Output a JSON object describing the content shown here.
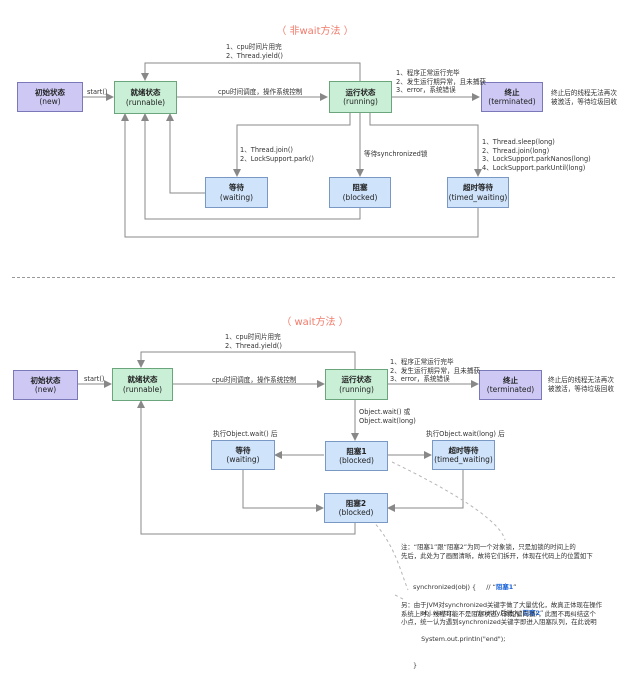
{
  "sections": {
    "top_title": "（ 非wait方法 ）",
    "bottom_title": "（ wait方法 ）"
  },
  "top": {
    "new": {
      "t": "初始状态",
      "s": "(new)"
    },
    "runnable": {
      "t": "就绪状态",
      "s": "(runnable)"
    },
    "running": {
      "t": "运行状态",
      "s": "(running)"
    },
    "terminated": {
      "t": "终止",
      "s": "(terminated)"
    },
    "waiting": {
      "t": "等待",
      "s": "(waiting)"
    },
    "blocked": {
      "t": "阻塞",
      "s": "(blocked)"
    },
    "timed_waiting": {
      "t": "超时等待",
      "s": "(timed_waiting)"
    },
    "labels": {
      "yield": "1、cpu时间片用完\n2、Thread.yield()",
      "start": "start()",
      "schedule": "cpu时间调度，操作系统控制",
      "finish": "1、程序正常运行完毕\n2、发生运行期异常，且未捕获\n3、error，系统错误",
      "term_note": "终止后的线程无法再次\n被激活，等待垃圾回收",
      "join": "1、Thread.join()\n2、LockSupport.park()",
      "sync": "等待synchronized锁",
      "sleep": "1、Thread.sleep(long)\n2、Thread.join(long)\n3、LockSupport.parkNanos(long)\n4、LockSupport.parkUntil(long)"
    }
  },
  "bottom": {
    "new": {
      "t": "初始状态",
      "s": "(new)"
    },
    "runnable": {
      "t": "就绪状态",
      "s": "(runnable)"
    },
    "running": {
      "t": "运行状态",
      "s": "(running)"
    },
    "terminated": {
      "t": "终止",
      "s": "(terminated)"
    },
    "waiting": {
      "t": "等待",
      "s": "(waiting)"
    },
    "blocked1": {
      "t": "阻塞1",
      "s": "(blocked)"
    },
    "timed_waiting": {
      "t": "超时等待",
      "s": "(timed_waiting)"
    },
    "blocked2": {
      "t": "阻塞2",
      "s": "(blocked)"
    },
    "labels": {
      "yield": "1、cpu时间片用完\n2、Thread.yield()",
      "start": "start()",
      "schedule": "cpu时间调度，操作系统控制",
      "finish": "1、程序正常运行完毕\n2、发生运行期异常，且未捕获\n3、error，系统错误",
      "term_note": "终止后的线程无法再次\n被激活，等待垃圾回收",
      "wait": "Object.wait() 或\nObject.wait(long)",
      "after_wait": "执行Object.wait() 后",
      "after_wait_long": "执行Object.wait(long) 后"
    },
    "note1": "注：“阻塞1”跟“阻塞2”为同一个对象锁，只是加锁的时间上的\n先后，此处为了画图清晰，故将它们拆开，体现在代码上的位置如下",
    "code_line1_pre": "synchronized(obj) {     // “",
    "code_line1_hl": "阻塞1",
    "code_line1_post": "”",
    "code_line2_pre": "    obj.wait();           // notify后进入“",
    "code_line2_hl": "阻塞2",
    "code_line2_post": "”",
    "code_line3": "    System.out.println(\"end\");",
    "code_line4": "}",
    "note2": "另：由于JVM对synchronized关键字做了大量优化，故真正体现在操作\n系统上时，线程可能不是阻塞状态（例如偏向锁），此图不再纠结这个\n小点，统一认为遇到synchronized关键字即进入阻塞队列，在此说明"
  }
}
